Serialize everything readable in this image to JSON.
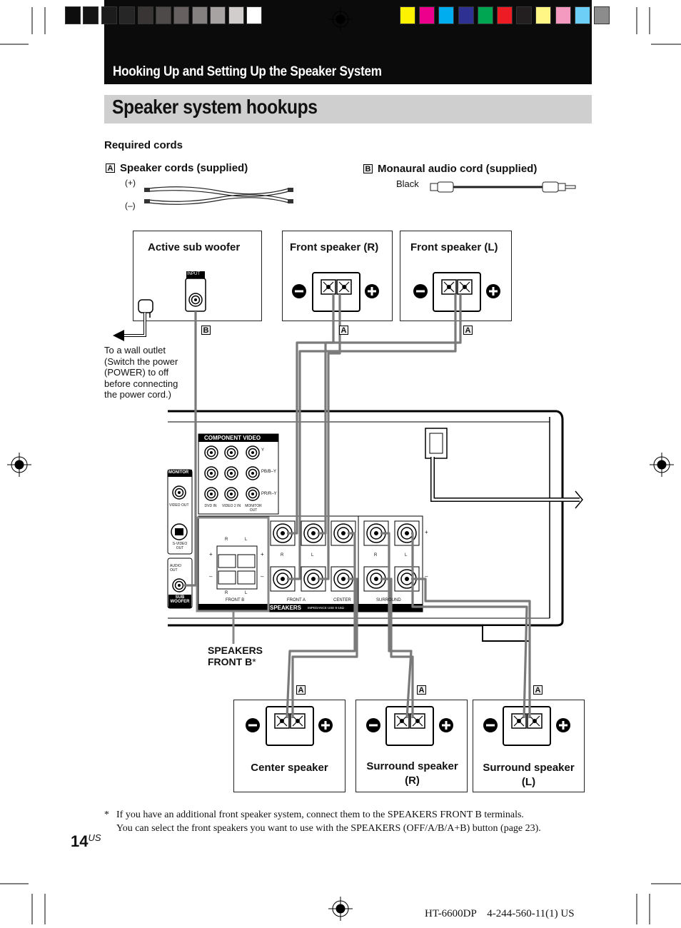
{
  "header": {
    "section_title": "Hooking Up and Setting Up the Speaker System",
    "page_title": "Speaker system hookups",
    "gray_swatches": [
      "#0d0d0d",
      "#141414",
      "#1c1c1c",
      "#262626",
      "#3a3535",
      "#4f4a4a",
      "#666060",
      "#858080",
      "#a8a3a3",
      "#d2cdcd",
      "#ffffff"
    ],
    "color_swatches": [
      "#fff200",
      "#ec008c",
      "#00aeef",
      "#2e3192",
      "#00a651",
      "#ed1c24",
      "#231f20",
      "#fff685",
      "#f49ac1",
      "#6dcff6",
      "#8c8c8c"
    ]
  },
  "cords": {
    "heading": "Required cords",
    "a_tag": "A",
    "a_label": "Speaker cords (supplied)",
    "plus": "(+)",
    "minus": "(–)",
    "b_tag": "B",
    "b_label": "Monaural audio cord (supplied)",
    "black": "Black"
  },
  "boxes": {
    "sub": "Active sub woofer",
    "sub_input": "INPUT",
    "front_r": "Front speaker (R)",
    "front_l": "Front speaker (L)",
    "center": "Center speaker",
    "surround_r": "Surround speaker (R)",
    "surround_l": "Surround speaker (L)"
  },
  "wall_note": "To a wall outlet (Switch the power (POWER) to off before connecting the power cord.)",
  "receiver": {
    "component_video": "COMPONENT VIDEO",
    "y": "Y",
    "pb": "PB/B–Y",
    "pr": "PR/R–Y",
    "dvd_in": "DVD IN",
    "video2_in": "VIDEO 2 IN",
    "monitor_out": "MONITOR OUT",
    "monitor": "MONITOR",
    "video_out": "VIDEO OUT",
    "s_video_out": "S-VIDEO OUT",
    "audio_out": "AUDIO OUT",
    "sub_woofer": "SUB WOOFER",
    "front_b": "FRONT B",
    "front_a": "FRONT A",
    "center_t": "CENTER",
    "surround_t": "SURROUND",
    "speakers": "SPEAKERS",
    "impedance": "IMPEDANCE USE 8-16Ω",
    "r": "R",
    "l": "L",
    "plus": "+",
    "minus": "–"
  },
  "speakers_front_b": "SPEAKERS FRONT B",
  "asterisk": "*",
  "footnote_1": "If you have an additional front speaker system, connect them to the SPEAKERS FRONT B terminals.",
  "footnote_2": "You can select the front speakers you want to use with the SPEAKERS (OFF/A/B/A+B) button (page 23).",
  "page_number": "14",
  "page_suffix": "US",
  "model_line": "HT-6600DP    4-244-560-11(1) US"
}
